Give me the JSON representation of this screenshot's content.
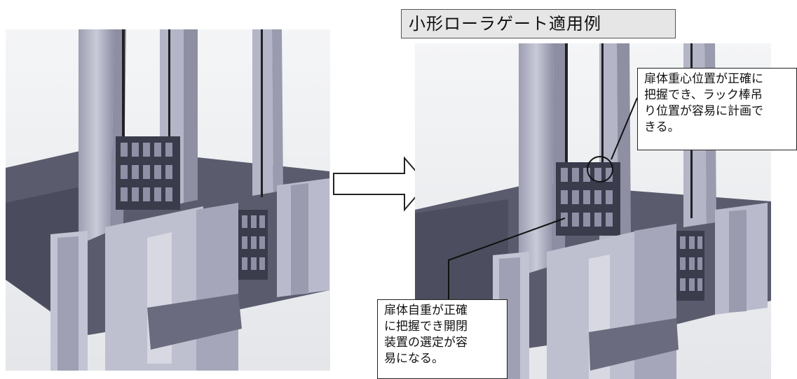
{
  "title": "小形ローラゲート適用例",
  "callout_top": "扉体重心位置が正確に\n把握でき、ラック棒吊\nり位置が容易に計画で\nきる。",
  "callout_bottom": "扉体自重が正確\nに把握でき開閉\n装置の選定が容\n易になる。",
  "colors": {
    "concrete_light": "#c7c8d6",
    "concrete_mid": "#a9aabd",
    "concrete_dark": "#55566a",
    "gate_dark": "#2d2e3c",
    "background_haze": "#eef0f2"
  }
}
